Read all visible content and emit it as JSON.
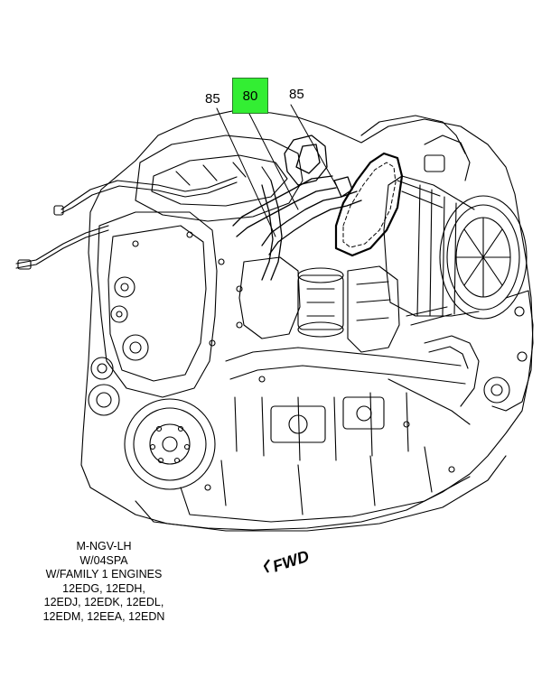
{
  "callouts": {
    "left": "85",
    "highlighted": "80",
    "right": "85"
  },
  "colors": {
    "highlight": "#33ee33",
    "line": "#000000",
    "background": "#ffffff"
  },
  "legend": {
    "lines": [
      "M-NGV-LH",
      "W/04SPA",
      "W/FAMILY 1 ENGINES",
      "12EDG, 12EDH,",
      "12EDJ, 12EDK, 12EDL,",
      "12EDM, 12EEA, 12EDN"
    ]
  },
  "direction": {
    "label": "FWD"
  }
}
